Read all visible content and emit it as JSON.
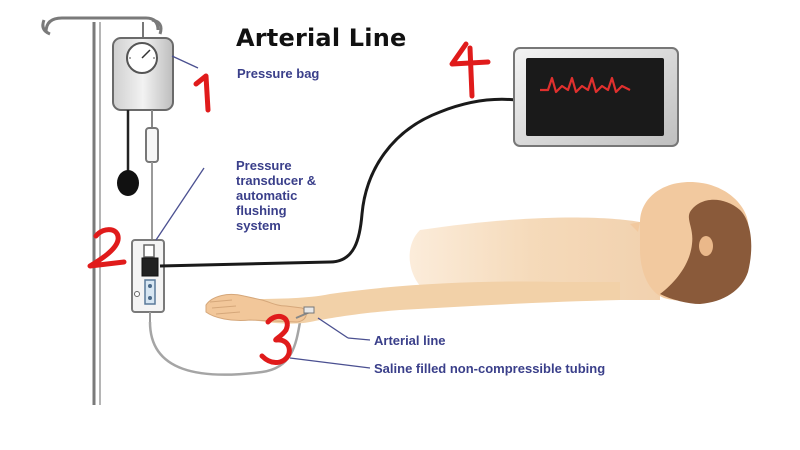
{
  "title": "Arterial Line",
  "labels": {
    "pressure_bag": "Pressure bag",
    "transducer_line1": "Pressure",
    "transducer_line2": "transducer &",
    "transducer_line3": "automatic",
    "transducer_line4": "flushing",
    "transducer_line5": "system",
    "arterial_line": "Arterial line",
    "tubing": "Saline filled non-compressible tubing"
  },
  "handwritten_annotations": [
    "1",
    "2",
    "3",
    "4"
  ],
  "colors": {
    "label_text": "#3a3f8a",
    "annotation": "#e01b1b",
    "waveform": "#e0302e",
    "skin": "#f2d1a8",
    "hair": "#8a5a3a",
    "monitor_screen": "#1a1a1a"
  },
  "icons": {
    "iv_pole": "iv-pole-icon",
    "pressure_bag": "pressure-bag-icon",
    "transducer": "transducer-icon",
    "monitor": "monitor-icon",
    "patient": "patient-icon"
  }
}
